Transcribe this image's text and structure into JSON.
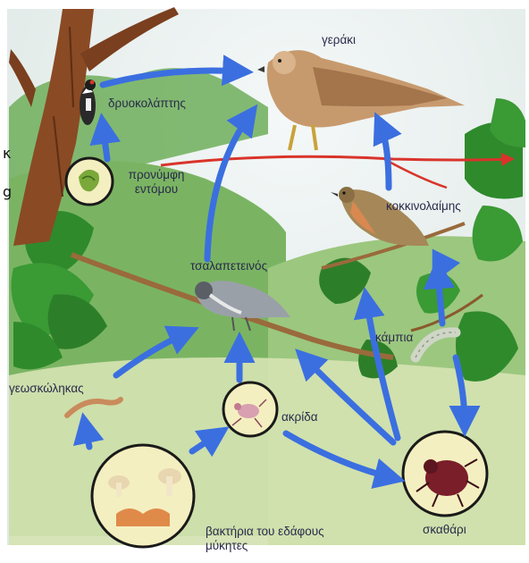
{
  "organisms": {
    "hawk": "γεράκι",
    "woodpecker": "δρυοκολάπτης",
    "insect_pupa": "προνύμφη εντόμου",
    "robin": "κοκκινολαίμης",
    "tit": "τσαλαπετεινός",
    "caterpillar": "κάμπια",
    "earthworm": "γεωσκώληκας",
    "grasshopper": "ακρίδα",
    "beetle": "σκαθάρι",
    "decomposers": "βακτήρια του εδάφους μύκητες"
  },
  "stray_marks": [
    "κ",
    "g"
  ],
  "colors": {
    "arrow": "#3b6fe0",
    "arrow_red": "#d9342b",
    "foliage": "#2f8a2c",
    "trunk": "#8a4a24",
    "sky": "#e8f0f2",
    "ground": "#c8d8a0"
  },
  "icons": [
    "hawk-icon",
    "woodpecker-icon",
    "robin-icon",
    "tit-icon",
    "caterpillar-icon",
    "earthworm-icon",
    "grasshopper-icon",
    "beetle-icon",
    "pupa-icon",
    "mushroom-icon"
  ]
}
